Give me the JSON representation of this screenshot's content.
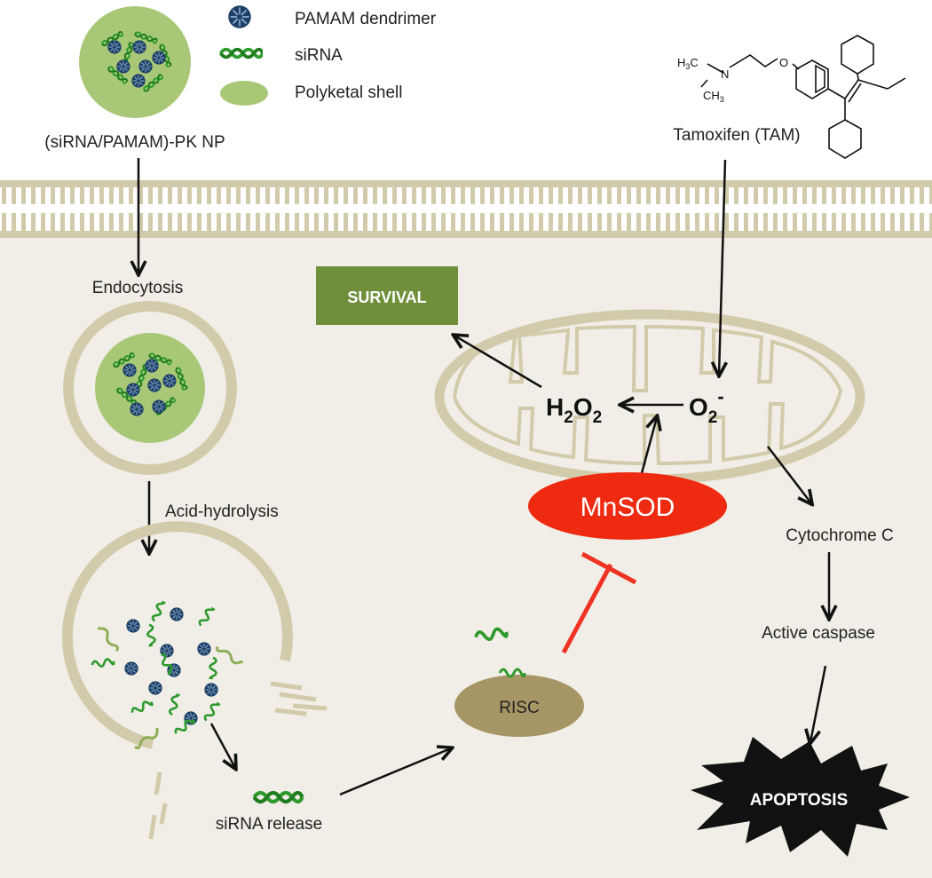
{
  "legend": {
    "dendrimer": "PAMAM dendrimer",
    "sirna": "siRNA",
    "shell": "Polyketal shell"
  },
  "labels": {
    "nanoparticle": "(siRNA/PAMAM)-PK NP",
    "endocytosis": "Endocytosis",
    "acid_hydrolysis": "Acid-hydrolysis",
    "sirna_release": "siRNA release",
    "risc": "RISC",
    "mnsod": "MnSOD",
    "survival": "SURVIVAL",
    "h2o2_h1": "H",
    "h2o2_sub1": "2",
    "h2o2_o": "O",
    "h2o2_sub2": "2",
    "o2_o": "O",
    "o2_sub": "2",
    "o2_sup": "-",
    "cytochrome": "Cytochrome C",
    "caspase": "Active caspase",
    "apoptosis": "APOPTOSIS"
  },
  "molecule": {
    "name": "Tamoxifen (TAM)",
    "h3c": "H",
    "h3c_sub": "3",
    "h3c_c": "C",
    "n": "N",
    "o": "O",
    "ch3": "CH",
    "ch3_sub": "3"
  },
  "colors": {
    "shell": "#a9c877",
    "dendrimer": "#1e3f66",
    "sirna": "#2e9a2e",
    "membrane": "#d2cbab",
    "cytoplasm": "#f0eee6",
    "survival_box": "#6f8f3b",
    "mnsod": "#ee2a11",
    "risc": "#a69565",
    "inhibition": "#ee3322"
  }
}
